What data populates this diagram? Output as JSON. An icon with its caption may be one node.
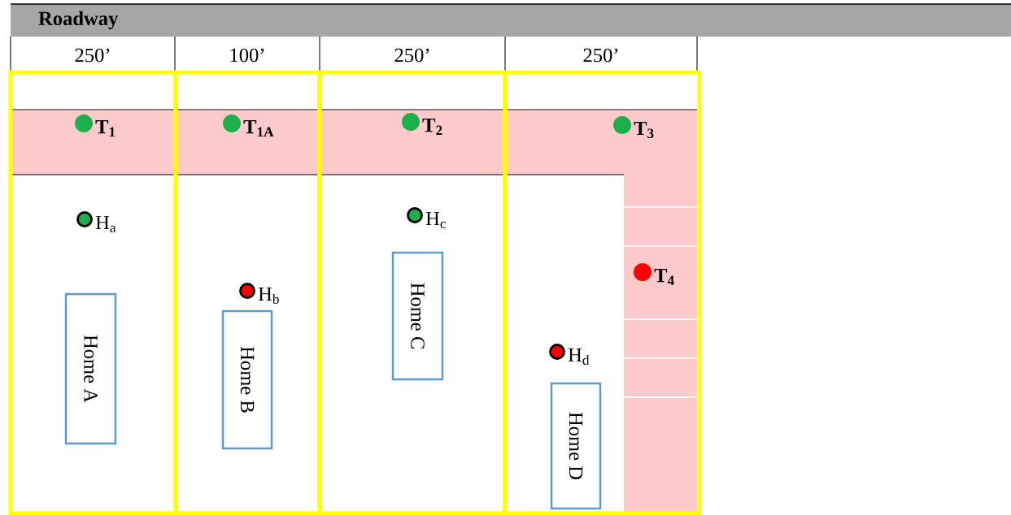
{
  "diagram": {
    "nodes": [
      {
        "text": [
          "Roadway"
        ]
      },
      {
        "text": [],
        "shape": "box"
      },
      {
        "text": [],
        "shape": "circle",
        "in": 1,
        "beside": [
          "T$_{1}$"
        ]
      },
      {
        "text": [],
        "shape": "circle",
        "in": 1,
        "beside": [
          "H$_{a}$"
        ]
      },
      {
        "text": [
          "Home A"
        ],
        "in": 1
      },
      {
        "text": [],
        "shape": "box"
      },
      {
        "text": [],
        "shape": "circle",
        "in": 5,
        "beside": [
          "T$_{1A}$"
        ]
      },
      {
        "text": [],
        "shape": "circle",
        "in": 5,
        "beside": [
          "H$_{b}$"
        ]
      },
      {
        "text": [
          "Home B"
        ],
        "in": 5
      },
      {
        "text": [],
        "shape": "box"
      },
      {
        "text": [],
        "shape": "circle",
        "in": 9,
        "beside": [
          "T$_{2}$"
        ]
      },
      {
        "text": [],
        "shape": "circle",
        "in": 9,
        "beside": [
          "H$_{c}$"
        ]
      },
      {
        "text": [
          "Home C"
        ],
        "in": 9
      },
      {
        "text": [],
        "shape": "box"
      },
      {
        "text": [],
        "shape": "circle",
        "in": 13,
        "beside": [
          "T$_{3}$"
        ]
      },
      {
        "text": [],
        "shape": "circle",
        "in": 13,
        "beside": [
          "T$_{4}$"
        ]
      },
      {
        "text": [],
        "shape": "circle",
        "in": 13,
        "beside": [
          "H$_{d}$"
        ]
      },
      {
        "text": [
          "Home D"
        ],
        "in": 13
      }
    ],
    "labels": [
      "250’",
      "100’",
      "250’",
      "250’"
    ]
  }
}
